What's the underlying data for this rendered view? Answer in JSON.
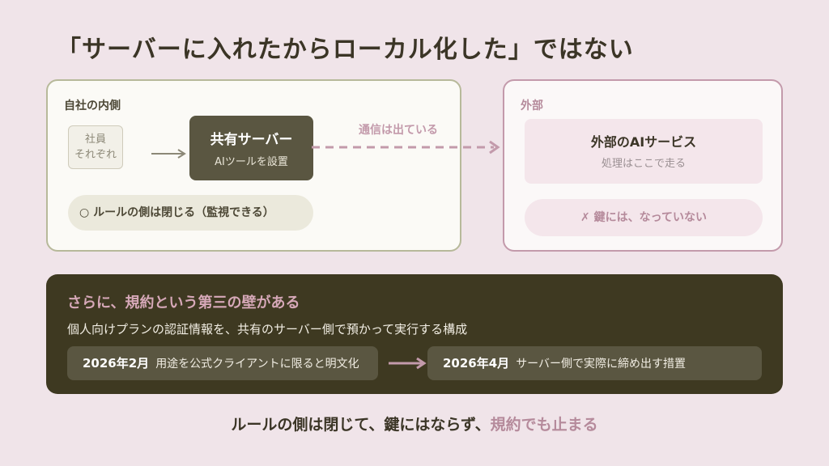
{
  "title": "「サーバーに入れたからローカル化した」ではない",
  "inside": {
    "label": "自社の内側",
    "staff_line1": "社員",
    "staff_line2": "それぞれ",
    "server_title": "共有サーバー",
    "server_sub": "AIツールを設置",
    "rules_pill": "○ ルールの側は閉じる（監視できる）",
    "connection_label": "通信は出ている"
  },
  "outside": {
    "label": "外部",
    "ai_title": "外部のAIサービス",
    "ai_sub": "処理はここで走る",
    "key_pill": "✗ 鍵には、なっていない"
  },
  "terms": {
    "heading": "さらに、規約という第三の壁がある",
    "body": "個人向けプランの認証情報を、共有のサーバー側で預かって実行する構成",
    "timeline": [
      {
        "date": "2026年2月",
        "text": "用途を公式クライアントに限ると明文化"
      },
      {
        "date": "2026年4月",
        "text": "サーバー側で実際に締め出す措置"
      }
    ]
  },
  "footer": {
    "main": "ルールの側は閉じて、鍵にはならず、",
    "accent": "規約でも止まる"
  },
  "colors": {
    "background": "#f0e4e9",
    "accent_pink": "#c39aab",
    "dark_olive": "#3e3921",
    "server_olive": "#5a5641"
  }
}
